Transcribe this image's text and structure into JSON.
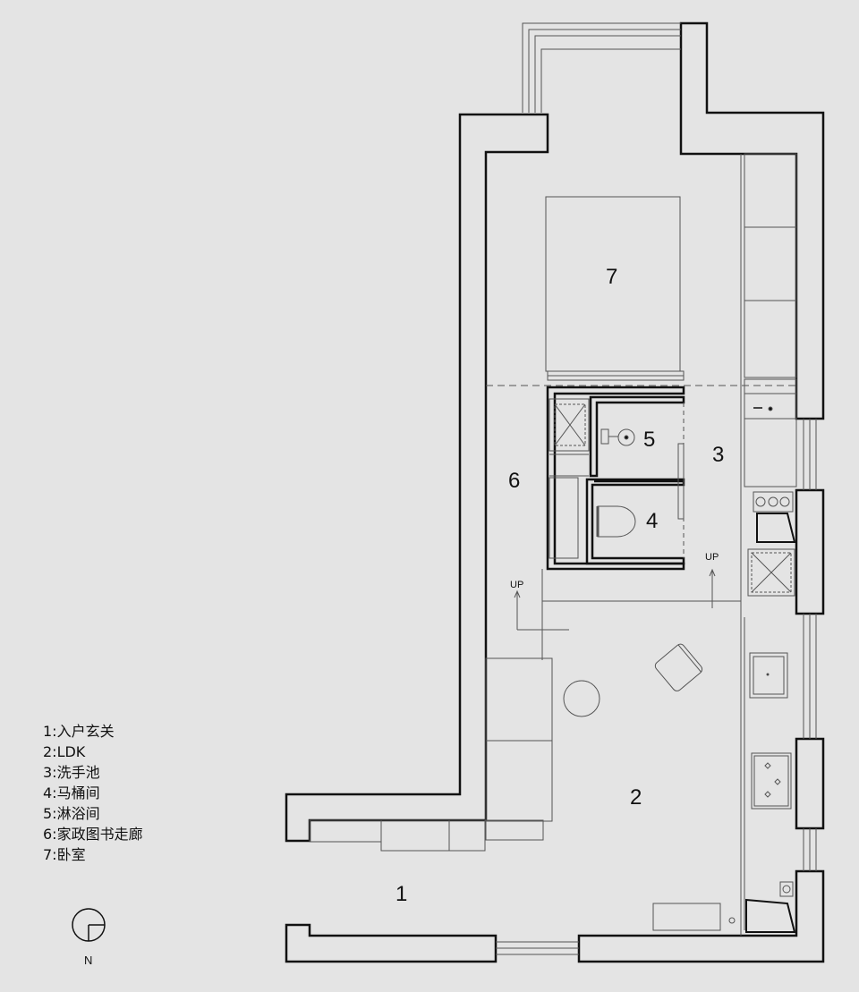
{
  "rooms": {
    "r1": "1",
    "r2": "2",
    "r3": "3",
    "r4": "4",
    "r5": "5",
    "r6": "6",
    "r7": "7"
  },
  "up_labels": [
    "UP",
    "UP"
  ],
  "legend": [
    "1:入户玄关",
    "2:LDK",
    "3:洗手池",
    "4:马桶间",
    "5:淋浴间",
    "6:家政图书走廊",
    "7:卧室"
  ],
  "compass": {
    "label": "N"
  },
  "colors": {
    "background": "#e4e4e4",
    "wall": "#111111",
    "line": "#555555"
  }
}
